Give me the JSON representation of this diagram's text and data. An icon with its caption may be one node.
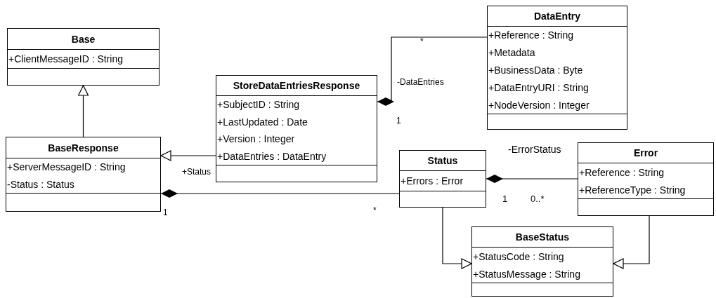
{
  "diagram": {
    "nodes": [
      {
        "text": [
          "Base",
          "+ClientMessageID : String"
        ]
      },
      {
        "text": [
          "BaseResponse",
          "+ServerMessageID : String",
          "-Status : Status"
        ]
      },
      {
        "text": [
          "StoreDataEntriesResponse",
          "+SubjectID : String",
          "+LastUpdated : Date",
          "+Version : Integer",
          "+DataEntries : DataEntry"
        ]
      },
      {
        "text": [
          "DataEntry",
          "+Reference : String",
          "+Metadata",
          "+BusinessData : Byte",
          "+DataEntryURI : String",
          "+NodeVersion : Integer"
        ]
      },
      {
        "text": [
          "Status",
          "+Errors : Error"
        ]
      },
      {
        "text": [
          "Error",
          "+Reference : String",
          "+ReferenceType : String"
        ]
      },
      {
        "text": [
          "BaseStatus",
          "+StatusCode : String",
          "+StatusMessage : String"
        ]
      }
    ],
    "edges": [
      {
        "from": 1,
        "to": 0,
        "arrow": "to"
      },
      {
        "from": 2,
        "to": 1,
        "arrow": "to"
      },
      {
        "from": 2,
        "to": 3,
        "arrow": "other",
        "label": "-DataEntries"
      },
      {
        "from": 1,
        "to": 4,
        "arrow": "other"
      },
      {
        "from": 4,
        "to": 5,
        "arrow": "other",
        "label": "-ErrorStatus"
      },
      {
        "from": 4,
        "to": 6,
        "arrow": "to"
      },
      {
        "from": 5,
        "to": 6,
        "arrow": "to"
      }
    ],
    "labels": [
      "*",
      "1",
      "+Status",
      "1",
      "0..*",
      "*",
      "1"
    ]
  }
}
